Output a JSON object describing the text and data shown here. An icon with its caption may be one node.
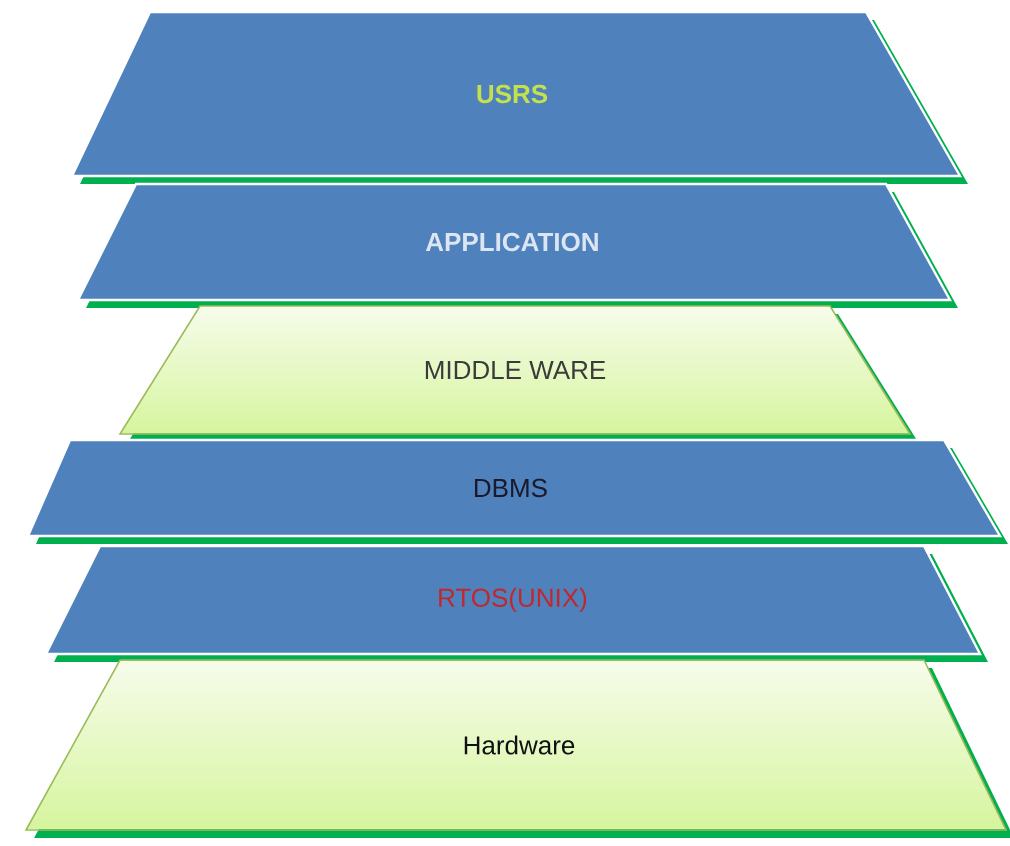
{
  "diagram": {
    "nodes": [
      {
        "text": [
          "USRS"
        ]
      },
      {
        "text": [
          "APPLICATION"
        ]
      },
      {
        "text": [
          "MIDDLE WARE"
        ]
      },
      {
        "text": [
          "DBMS"
        ]
      },
      {
        "text": [
          "RTOS(UNIX)"
        ]
      },
      {
        "text": [
          "Hardware"
        ]
      }
    ]
  }
}
